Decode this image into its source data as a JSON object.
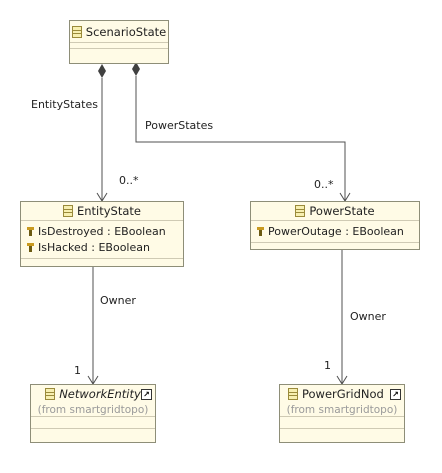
{
  "classes": {
    "scenario_state": {
      "name": "ScenarioState"
    },
    "entity_state": {
      "name": "EntityState",
      "attributes": [
        "IsDestroyed : EBoolean",
        "IsHacked : EBoolean"
      ]
    },
    "power_state": {
      "name": "PowerState",
      "attributes": [
        "PowerOutage : EBoolean"
      ]
    },
    "network_entity": {
      "name": "NetworkEntity",
      "from": "(from smartgridtopo)"
    },
    "power_grid_node": {
      "name": "PowerGridNod",
      "from": "(from smartgridtopo)"
    }
  },
  "references": {
    "entity_states": {
      "label": "EntityStates",
      "multiplicity": "0..*"
    },
    "power_states": {
      "label": "PowerStates",
      "multiplicity": "0..*"
    },
    "entity_owner": {
      "label": "Owner",
      "multiplicity": "1"
    },
    "power_owner": {
      "label": "Owner",
      "multiplicity": "1"
    }
  },
  "colors": {
    "box_fill": "#fffbe6",
    "box_border": "#8e8e78",
    "edge": "#505050"
  }
}
